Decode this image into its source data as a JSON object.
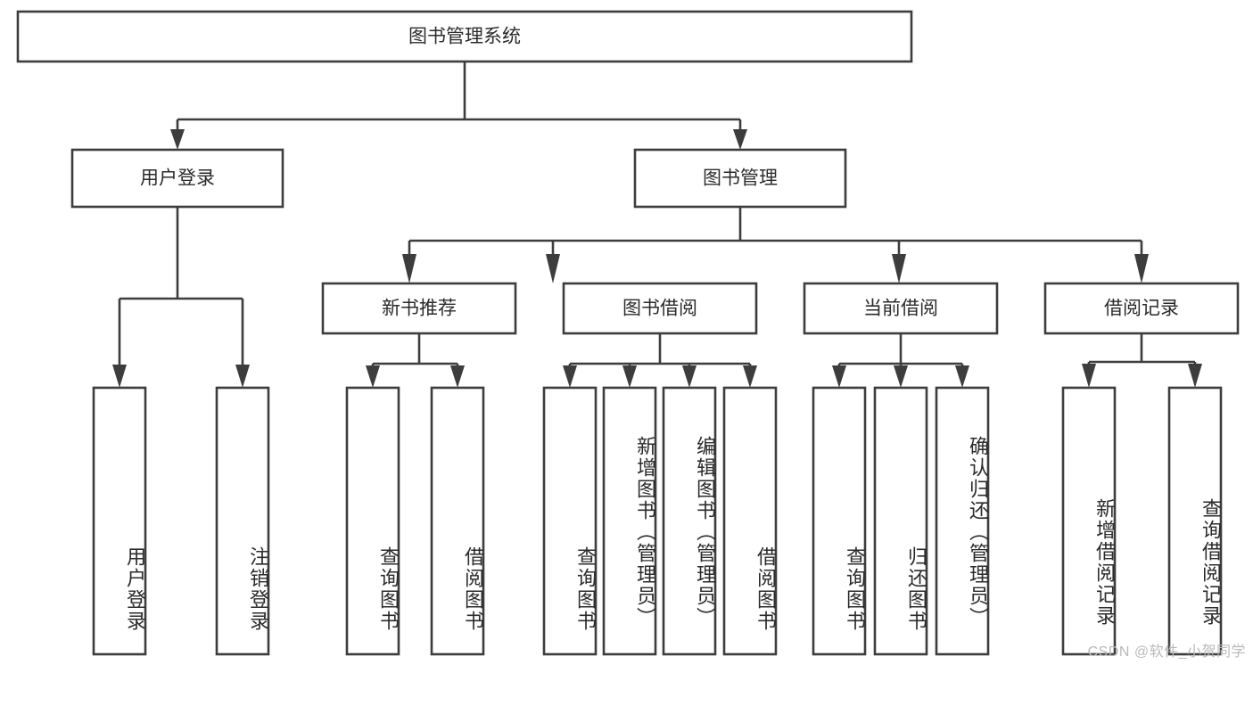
{
  "diagram": {
    "type": "tree",
    "title_node": "图书管理系统",
    "watermark": "CSDN @软件_小贺同学",
    "colors": {
      "stroke": "#3d3d3d",
      "fill": "#ffffff",
      "text": "#2b2b2b",
      "watermark": "#b9b9b9",
      "background": "#ffffff"
    },
    "levels": {
      "root": {
        "label": "图书管理系统"
      },
      "level2": [
        {
          "id": "user-login",
          "label": "用户登录"
        },
        {
          "id": "book-manage",
          "label": "图书管理"
        }
      ],
      "level3": [
        {
          "id": "new-book-recommend",
          "label": "新书推荐",
          "parent": "book-manage"
        },
        {
          "id": "book-borrow",
          "label": "图书借阅",
          "parent": "book-manage"
        },
        {
          "id": "current-borrow",
          "label": "当前借阅",
          "parent": "book-manage"
        },
        {
          "id": "borrow-record",
          "label": "借阅记录",
          "parent": "book-manage"
        }
      ],
      "leaves": [
        {
          "id": "leaf-user-login",
          "label": "用户登录",
          "parent": "user-login"
        },
        {
          "id": "leaf-logout-login",
          "label": "注销登录",
          "parent": "user-login"
        },
        {
          "id": "leaf-query-book-1",
          "label": "查询图书",
          "parent": "new-book-recommend"
        },
        {
          "id": "leaf-borrow-book-1",
          "label": "借阅图书",
          "parent": "new-book-recommend"
        },
        {
          "id": "leaf-query-book-2",
          "label": "查询图书",
          "parent": "book-borrow"
        },
        {
          "id": "leaf-add-book",
          "label": "新增图书（管理员）",
          "parent": "book-borrow"
        },
        {
          "id": "leaf-edit-book",
          "label": "编辑图书（管理员）",
          "parent": "book-borrow"
        },
        {
          "id": "leaf-borrow-book-2",
          "label": "借阅图书",
          "parent": "book-borrow"
        },
        {
          "id": "leaf-query-book-3",
          "label": "查询图书",
          "parent": "current-borrow"
        },
        {
          "id": "leaf-return-book",
          "label": "归还图书",
          "parent": "current-borrow"
        },
        {
          "id": "leaf-confirm-return",
          "label": "确认归还（管理员）",
          "parent": "current-borrow"
        },
        {
          "id": "leaf-add-record",
          "label": "新增借阅记录",
          "parent": "borrow-record"
        },
        {
          "id": "leaf-query-record",
          "label": "查询借阅记录",
          "parent": "borrow-record"
        }
      ]
    }
  }
}
